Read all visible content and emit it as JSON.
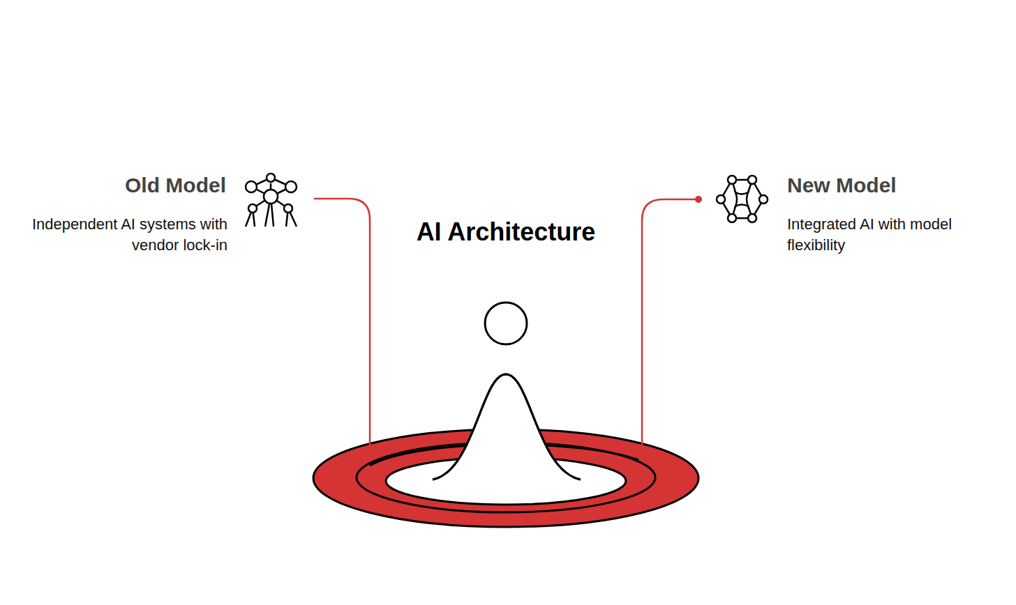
{
  "diagram": {
    "title": "AI Architecture",
    "labels": [
      "Old Model",
      "Independent AI systems with vendor lock-in",
      "New Model",
      "Integrated AI with model flexibility"
    ]
  }
}
